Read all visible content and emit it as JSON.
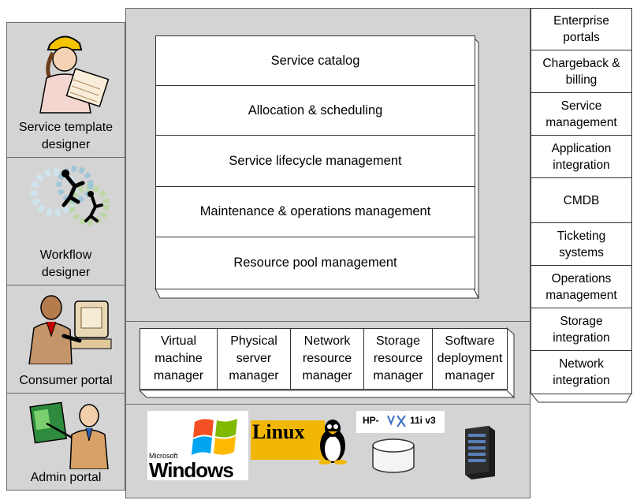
{
  "core_layers": [
    "Service catalog",
    "Allocation & scheduling",
    "Service lifecycle management",
    "Maintenance & operations management",
    "Resource pool management"
  ],
  "managers": [
    "Virtual\nmachine\nmanager",
    "Physical\nserver\nmanager",
    "Network\nresource\nmanager",
    "Storage\nresource\nmanager",
    "Software\ndeployment\nmanager"
  ],
  "personas": [
    "Service template\ndesigner",
    "Workflow\ndesigner",
    "Consumer portal",
    "Admin portal"
  ],
  "integrations": [
    "Enterprise\nportals",
    "Chargeback &\nbilling",
    "Service\nmanagement",
    "Application\nintegration",
    "CMDB",
    "Ticketing\nsystems",
    "Operations\nmanagement",
    "Storage\nintegration",
    "Network\nintegration"
  ],
  "platforms": {
    "windows_small": "Microsoft",
    "windows": "Windows",
    "linux": "Linux",
    "hpux_prefix": "HP-",
    "hpux_suffix": "11i v3"
  },
  "colors": {
    "panel": "#d4d4d4",
    "border": "#333333"
  }
}
